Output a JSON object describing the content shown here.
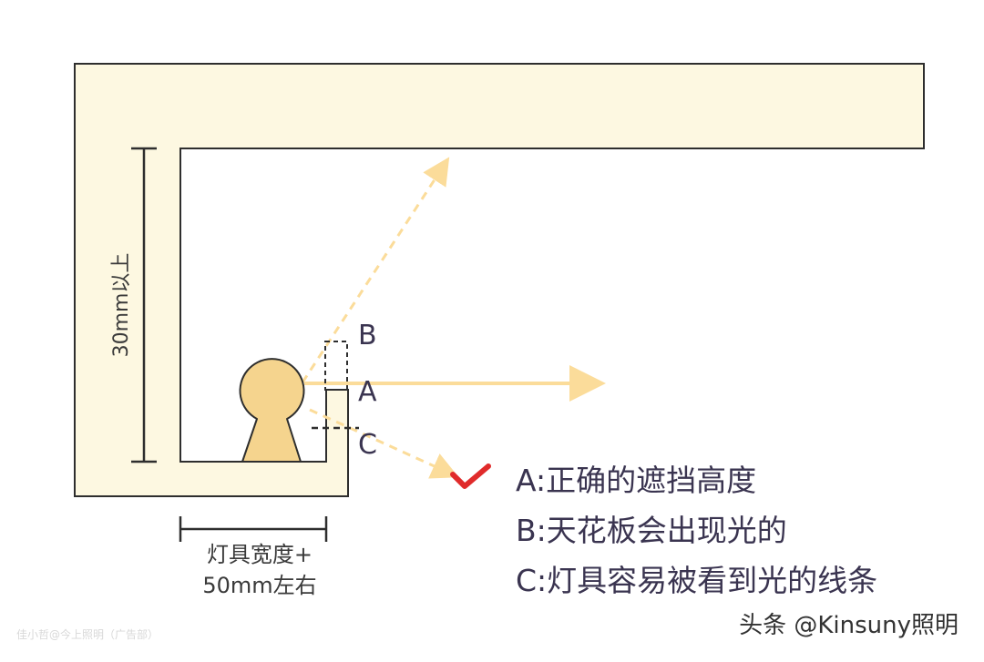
{
  "labels": {
    "height_dim": "30mm以上",
    "width_dim_line1": "灯具宽度+",
    "width_dim_line2": "50mm左右",
    "point_a": "A",
    "point_b": "B",
    "point_c": "C"
  },
  "legend": {
    "a": "A:正确的遮挡高度",
    "b": "B:天花板会出现光的",
    "c": "C:灯具容易被看到光的线条"
  },
  "watermark": "头条 @Kinsuny照明",
  "credit": "佳小哲@今上照明（广告部）",
  "colors": {
    "structure_fill": "#fdf8e1",
    "structure_stroke": "#2e2e2e",
    "lamp": "#f5d48e",
    "light_ray": "#fbdc9a",
    "check_mark": "#e02b2b"
  },
  "icons": {
    "check": "check-mark-icon"
  }
}
